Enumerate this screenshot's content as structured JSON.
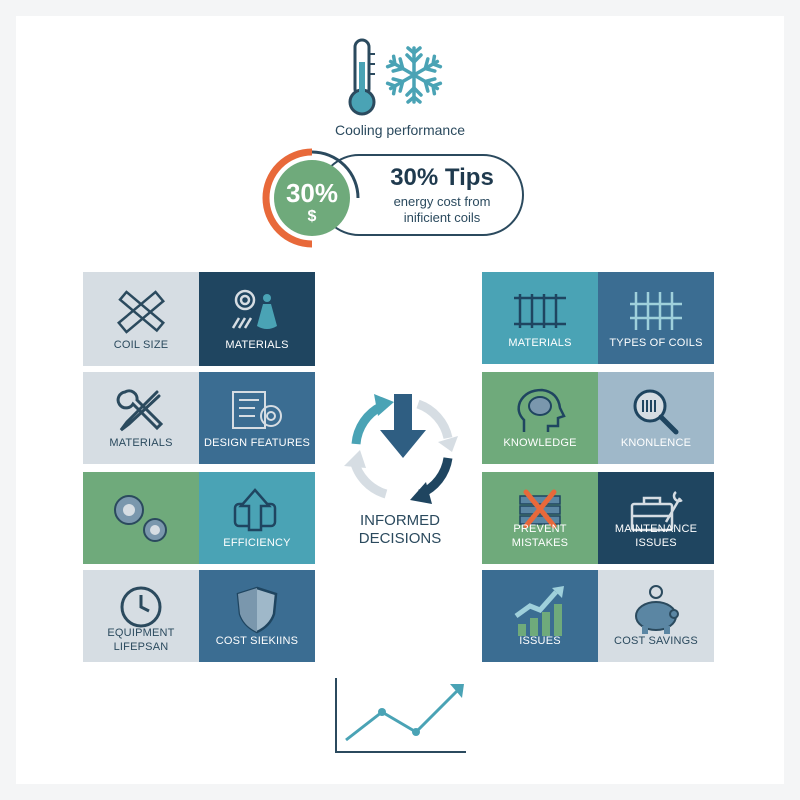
{
  "header": {
    "cooling_label": "Cooling performance",
    "badge_percent": "30%",
    "badge_currency": "$",
    "tip_title": "30% Tips",
    "tip_line1": "energy cost from",
    "tip_line2": "inificient coils"
  },
  "left_tiles": [
    {
      "label": "COIL SIZE",
      "icon": "ruler-pencil-icon"
    },
    {
      "label": "MATERIALS",
      "icon": "materials-icon"
    },
    {
      "label": "MATERIALS",
      "icon": "wrench-icon"
    },
    {
      "label": "DESIGN FEATURES",
      "icon": "blueprint-gear-icon"
    },
    {
      "label": "",
      "icon": "gears-icon"
    },
    {
      "label": "EFFICIENCY",
      "icon": "efficiency-arrow-icon"
    },
    {
      "label_line1": "EQUIPMENT",
      "label_line2": "LIFEPSAN",
      "icon": "clock-icon"
    },
    {
      "label": "COST SIEKIINS",
      "icon": "shield-icon"
    }
  ],
  "right_tiles": [
    {
      "label": "MATERIALS",
      "icon": "pipes-icon"
    },
    {
      "label": "TYPES OF COILS",
      "icon": "coil-grid-icon"
    },
    {
      "label": "KNOWLEDGE",
      "icon": "brain-head-icon"
    },
    {
      "label": "KNONLENCE",
      "icon": "magnifier-icon"
    },
    {
      "label": "PREVENT MISTAKES",
      "icon": "cross-stack-icon"
    },
    {
      "label": "MAINTENANCE ISSUES",
      "icon": "toolbox-icon"
    },
    {
      "label": "ISSUES",
      "icon": "growth-bars-icon"
    },
    {
      "label": "COST SAVINGS",
      "icon": "piggy-bank-icon"
    }
  ],
  "center": {
    "line1": "INFORMED",
    "line2": "DECISIONS"
  },
  "colors": {
    "navy": "#1f4560",
    "blue": "#3b6d92",
    "teal": "#4aa3b5",
    "green": "#6faa7b",
    "grey": "#d6dde3",
    "orange": "#e8693a"
  }
}
